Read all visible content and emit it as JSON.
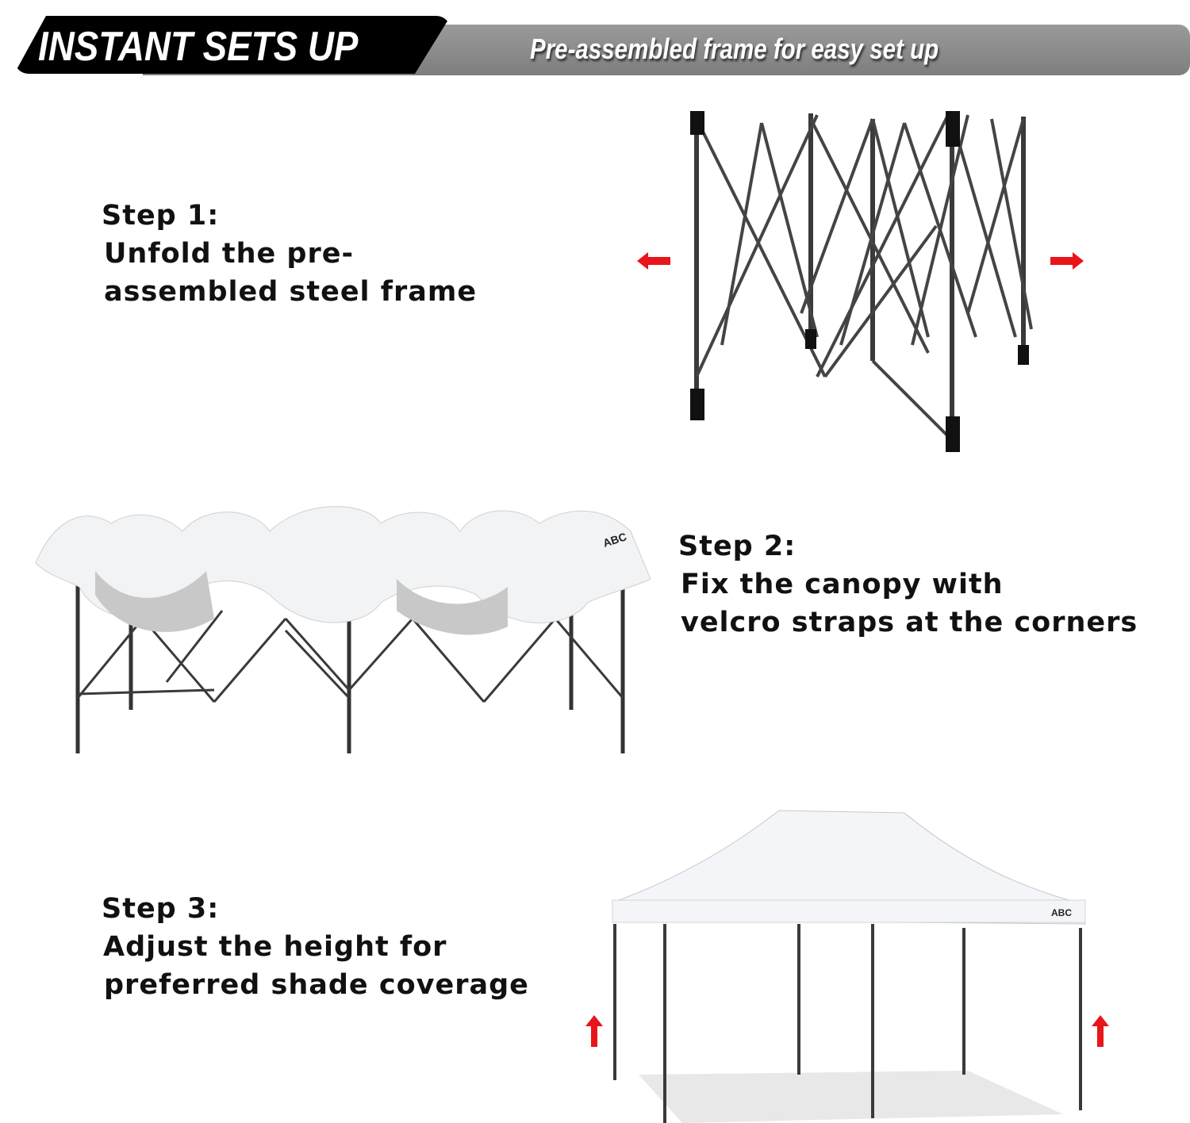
{
  "header": {
    "title": "INSTANT SETS UP",
    "subtitle": "Pre-assembled frame for easy set up"
  },
  "steps": [
    {
      "label": "Step 1:",
      "lines": [
        "Unfold the pre-",
        "assembled steel frame"
      ],
      "image": "folded-steel-frame",
      "arrows": "left-right"
    },
    {
      "label": "Step 2:",
      "lines": [
        "Fix the canopy with",
        "velcro straps at the corners"
      ],
      "image": "frame-with-loose-canopy",
      "brand_mark": "ABC"
    },
    {
      "label": "Step 3:",
      "lines": [
        "Adjust the height for",
        "preferred shade coverage"
      ],
      "image": "fully-set-up-canopy",
      "brand_mark": "ABC",
      "arrows": "up"
    }
  ],
  "colors": {
    "arrow": "#e8151b",
    "banner_black": "#000000",
    "banner_gray": "#8c8c8c",
    "frame": "#3a3a3a"
  }
}
